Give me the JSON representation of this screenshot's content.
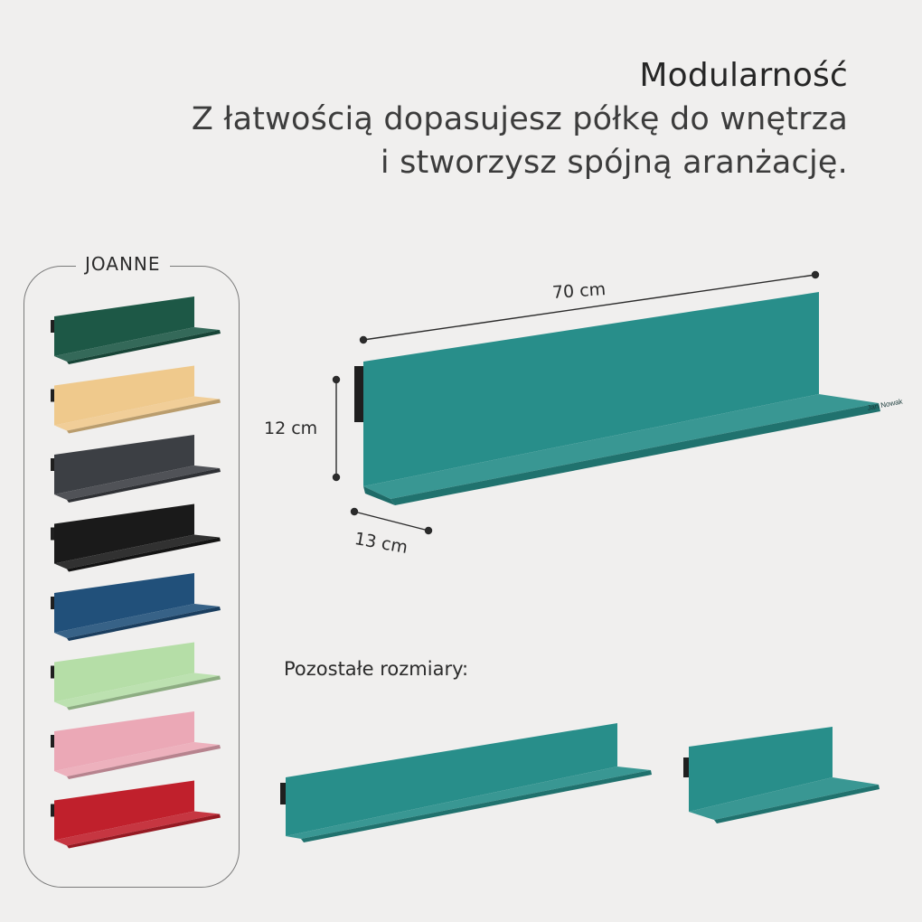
{
  "header": {
    "title": "Modularność",
    "line1": "Z łatwością dopasujesz półkę do wnętrza",
    "line2": "i stworzysz spójną aranżację."
  },
  "palette": {
    "title": "JOANNE",
    "swatches": [
      {
        "name": "green",
        "color": "#1d5846"
      },
      {
        "name": "sand",
        "color": "#efc98c"
      },
      {
        "name": "graphite",
        "color": "#3c3f44"
      },
      {
        "name": "black",
        "color": "#1a1a1a"
      },
      {
        "name": "navy",
        "color": "#21507a"
      },
      {
        "name": "mint",
        "color": "#b5dea7"
      },
      {
        "name": "pink",
        "color": "#eba8b6"
      },
      {
        "name": "red",
        "color": "#c0202c"
      }
    ]
  },
  "main_shelf": {
    "color": "#288e8a",
    "brand": "Jan Nowak",
    "width_label": "70 cm",
    "height_label": "12 cm",
    "depth_label": "13 cm"
  },
  "other_sizes": {
    "label": "Pozostałe rozmiary:"
  }
}
